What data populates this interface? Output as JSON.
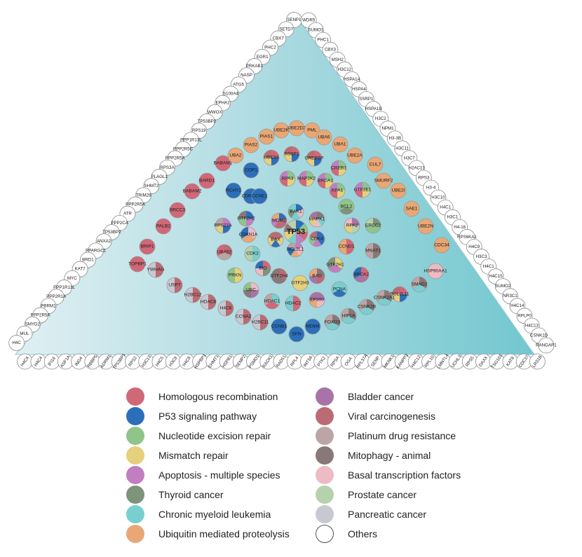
{
  "center_node": {
    "label": "TP53"
  },
  "inner_nodes": [
    {
      "label": "BAK1"
    },
    {
      "label": "MDM2"
    },
    {
      "label": "MAPK1"
    },
    {
      "label": "BAX"
    },
    {
      "label": "CDK4"
    },
    {
      "label": "BCL2L1"
    }
  ],
  "ring_nodes": {
    "ring2": [
      "RPS27A",
      "GTF2H2",
      "CDKN1A",
      "UBA52",
      "CDK2",
      "PRKN",
      "BID",
      "UBC",
      "GTF2H4",
      "HDAC1",
      "GTF2H3",
      "HDAC2",
      "BAD",
      "EP300",
      "PCNA",
      "GTF2H1",
      "CCND1",
      "MNAT1",
      "RPA2",
      "ERCC2",
      "BCL2",
      "BRCA2"
    ],
    "ring3": [
      "RCHY1",
      "COP1",
      "CDKN2A",
      "RPA3",
      "MAP2K2",
      "BRCA1",
      "RPA1",
      "GTF2E1",
      "CCNE1",
      "UBE3A",
      "SSBP1",
      "CREBBP",
      "CREB1",
      "BABAM1",
      "UBA2",
      "PIAS2",
      "PIAS1",
      "UBE2K",
      "UBE2D2",
      "PML",
      "UBA6",
      "UBA1",
      "UBE2A",
      "CUL7",
      "SMURF2",
      "UBE2I",
      "SAE1",
      "UBE2N",
      "CDC34",
      "HSP90AA1",
      "SMAD2",
      "BCL2L11",
      "CSNK2A1",
      "CSNK2B",
      "HIF1A",
      "FOXO3",
      "MDM4",
      "SFN",
      "CCNB1",
      "H2BC11",
      "CCNA2",
      "H4C6",
      "HDAC8",
      "H2BC12",
      "USP7",
      "YWHAG",
      "TOPBP1",
      "BRIP1",
      "PALB2",
      "BRCC3",
      "BABAM2",
      "BARD1"
    ],
    "border_left": [
      "SENP1",
      "SETD7",
      "CBX7",
      "PHC2",
      "EGR1",
      "PRKAB1",
      "NASP",
      "ATG5",
      "S100A4",
      "EPHA2",
      "WWOX",
      "TP53BP2",
      "RPS19",
      "PPP1R13L",
      "PPP2R5C",
      "PPP2R5A",
      "RPS3A",
      "PLAGL1",
      "SHMT2",
      "TRIM28",
      "PPP2R5A",
      "ATR",
      "PPP2CA",
      "TP53BP2",
      "ANXA2",
      "PPARGC1",
      "BRD1",
      "KAT7",
      "MYC",
      "PPP1R13L",
      "PPP2R1A",
      "PBRM1",
      "PPP2R5A",
      "SMYD2",
      "MUL",
      "H4C"
    ],
    "border_right": [
      "WDR5",
      "SUMO1",
      "PHC1",
      "CBX3",
      "MSH2",
      "H3C12",
      "HSPA1A",
      "HSPA4",
      "SSRP1",
      "HSPA1B",
      "H3C2",
      "NPM1",
      "H3-3B",
      "H3C11",
      "H3C7",
      "H2AC13",
      "RPS3",
      "H3-4",
      "H3C10",
      "H4C1",
      "H3C1",
      "H4-16",
      "RPS6KA1",
      "H4C9",
      "H3C3",
      "H4C1",
      "H4C15",
      "SUMO2",
      "NR3C1",
      "H4C14",
      "RPLP0",
      "H4C13",
      "CSNK1D",
      "RANGAP1"
    ],
    "border_bottom": [
      "H4C4",
      "H4C4",
      "IFI16",
      "ASF1A",
      "ING4",
      "RBBP5",
      "ADRM1",
      "TP53BP1",
      "RPS2",
      "H3C13",
      "H4C5",
      "H3C8",
      "H4C8",
      "HSPBP1",
      "EHMT1",
      "HSPB1",
      "SENP2",
      "PSMD1",
      "RACK1",
      "RAD51",
      "RPL4",
      "INTS6",
      "PTK2",
      "RPSA",
      "OGA",
      "RPL37A",
      "SENP",
      "MKNK1",
      "KANPP2",
      "H4C12",
      "RPL10",
      "LMNTL4",
      "UCHL3",
      "RPS5",
      "DAXX",
      "TSG101",
      "KAT8",
      "CDC37",
      "LRS1B"
    ]
  },
  "legend": {
    "left": [
      {
        "label": "Homologous recombination",
        "color": "#d06878"
      },
      {
        "label": "P53 signaling pathway",
        "color": "#2b6fba"
      },
      {
        "label": "Nucleotide excision repair",
        "color": "#8fc48a"
      },
      {
        "label": "Mismatch repair",
        "color": "#e5d07c"
      },
      {
        "label": "Apoptosis - multiple species",
        "color": "#c17ec0"
      },
      {
        "label": "Thyroid cancer",
        "color": "#7d937a"
      },
      {
        "label": "Chronic myeloid leukemia",
        "color": "#79cfcf"
      },
      {
        "label": "Ubiquitin mediated proteolysis",
        "color": "#e8a775"
      }
    ],
    "right": [
      {
        "label": "Bladder cancer",
        "color": "#a874a8"
      },
      {
        "label": "Viral carcinogenesis",
        "color": "#bb6b73"
      },
      {
        "label": "Platinum drug resistance",
        "color": "#bba5a5"
      },
      {
        "label": "Mitophagy - animal",
        "color": "#887878"
      },
      {
        "label": "Basal transcription factors",
        "color": "#ecbbc4"
      },
      {
        "label": "Prostate cancer",
        "color": "#b6d2ad"
      },
      {
        "label": "Pancreatic cancer",
        "color": "#c8c8d2"
      },
      {
        "label": "Others",
        "color": "#ffffff"
      }
    ]
  }
}
